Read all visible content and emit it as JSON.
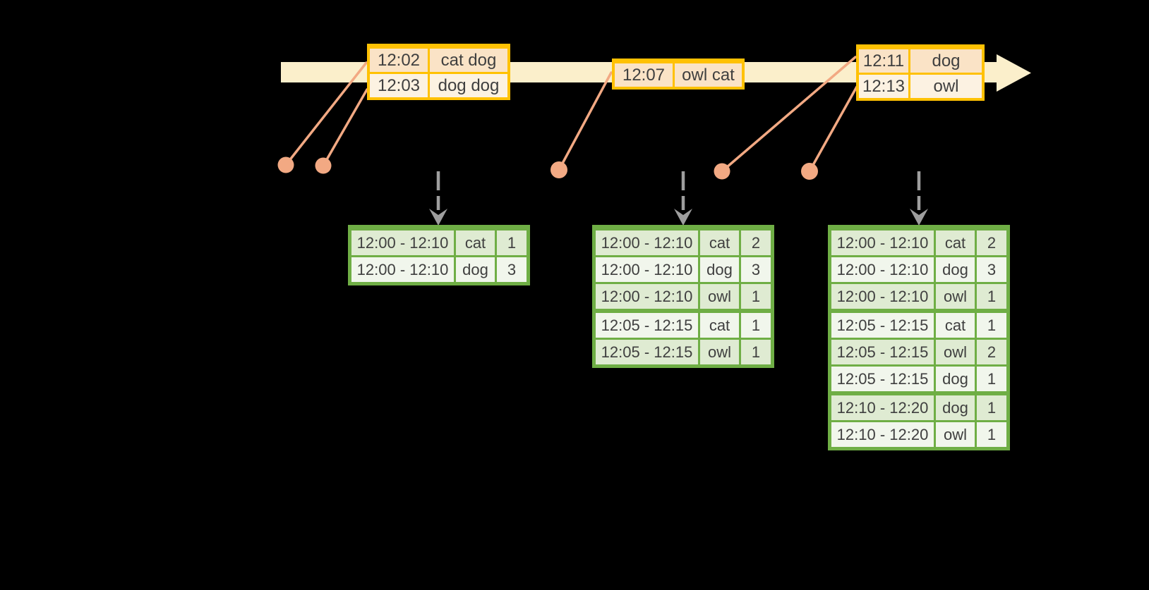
{
  "colors": {
    "background": "#000000",
    "timeline_fill": "#FBEFCB",
    "event_table_border": "#FFC103",
    "event_row_dark": "#FAE3C6",
    "event_row_light": "#FCF2E2",
    "connector_and_dots": "#F2A983",
    "result_table_border": "#6FAE45",
    "result_row_dark": "#DFEBD2",
    "result_row_light": "#F1F6EC",
    "dashed_arrow": "#9E9E9E",
    "text": "#3F3F3F"
  },
  "icons": {
    "timeline": "arrow-right-icon",
    "trigger": "dashed-arrow-down-icon",
    "event_marker": "dot-icon"
  },
  "event_tables": [
    {
      "rows": [
        {
          "time": "12:02",
          "words": "cat dog"
        },
        {
          "time": "12:03",
          "words": "dog dog"
        }
      ]
    },
    {
      "rows": [
        {
          "time": "12:07",
          "words": "owl cat"
        }
      ]
    },
    {
      "rows": [
        {
          "time": "12:11",
          "words": "dog"
        },
        {
          "time": "12:13",
          "words": "owl"
        }
      ]
    }
  ],
  "result_tables": [
    {
      "rows": [
        {
          "window": "12:00 - 12:10",
          "word": "cat",
          "count": "1"
        },
        {
          "window": "12:00 - 12:10",
          "word": "dog",
          "count": "3"
        }
      ]
    },
    {
      "rows": [
        {
          "window": "12:00 - 12:10",
          "word": "cat",
          "count": "2"
        },
        {
          "window": "12:00 - 12:10",
          "word": "dog",
          "count": "3"
        },
        {
          "window": "12:00 - 12:10",
          "word": "owl",
          "count": "1"
        },
        {
          "window": "12:05 - 12:15",
          "word": "cat",
          "count": "1",
          "group_start": true
        },
        {
          "window": "12:05 - 12:15",
          "word": "owl",
          "count": "1"
        }
      ]
    },
    {
      "rows": [
        {
          "window": "12:00 - 12:10",
          "word": "cat",
          "count": "2"
        },
        {
          "window": "12:00 - 12:10",
          "word": "dog",
          "count": "3"
        },
        {
          "window": "12:00 - 12:10",
          "word": "owl",
          "count": "1"
        },
        {
          "window": "12:05 - 12:15",
          "word": "cat",
          "count": "1",
          "group_start": true
        },
        {
          "window": "12:05 - 12:15",
          "word": "owl",
          "count": "2"
        },
        {
          "window": "12:05 - 12:15",
          "word": "dog",
          "count": "1"
        },
        {
          "window": "12:10 - 12:20",
          "word": "dog",
          "count": "1",
          "group_start": true
        },
        {
          "window": "12:10 - 12:20",
          "word": "owl",
          "count": "1"
        }
      ]
    }
  ]
}
